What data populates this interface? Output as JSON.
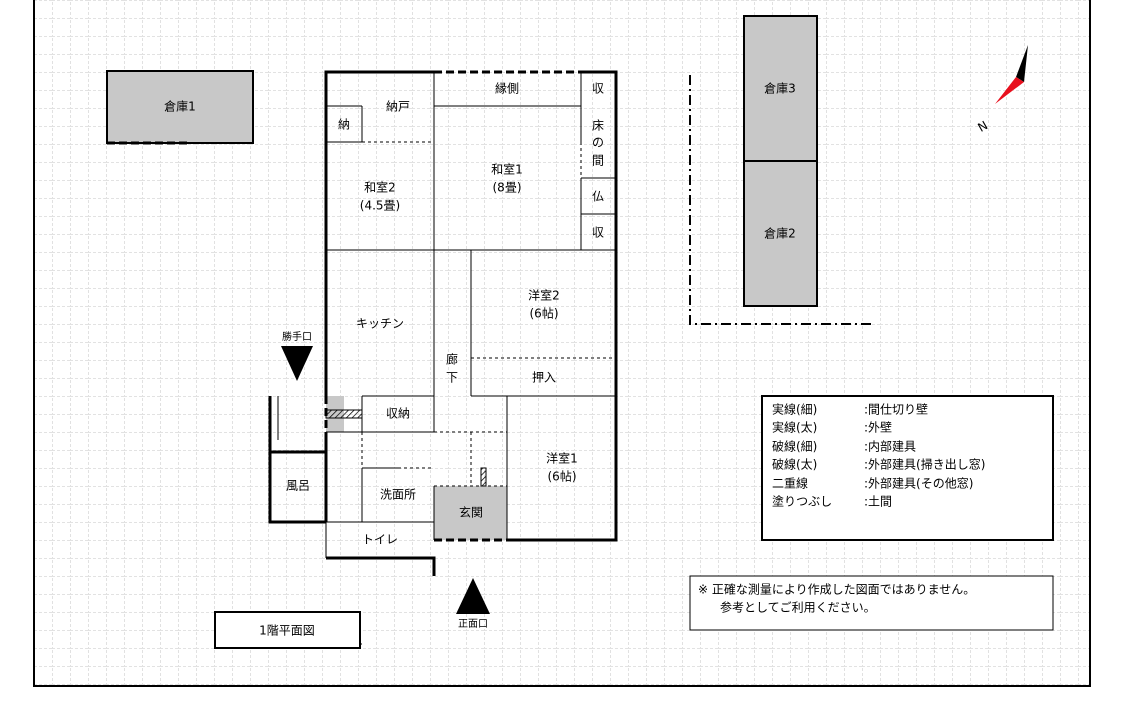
{
  "plan_title": "1階平面図",
  "north_label": "N",
  "storehouses": {
    "s1": "倉庫1",
    "s2": "倉庫2",
    "s3": "倉庫3"
  },
  "rooms": {
    "nando": "納戸",
    "osame_small": "納",
    "engawa": "縁側",
    "shu_top": "収",
    "tokonoma_1": "床",
    "tokonoma_2": "の",
    "tokonoma_3": "間",
    "butsudan": "仏",
    "shu_bottom": "収",
    "washitsu1_name": "和室1",
    "washitsu1_size": "(8畳)",
    "washitsu2_name": "和室2",
    "washitsu2_size": "(4.5畳)",
    "kitchen": "キッチン",
    "hallway_1": "廊",
    "hallway_2": "下",
    "youshitsu2_name": "洋室2",
    "youshitsu2_size": "(6帖)",
    "oshiire": "押入",
    "shuunou": "収納",
    "youshitsu1_name": "洋室1",
    "youshitsu1_size": "(6帖)",
    "furo": "風呂",
    "senmenjo": "洗面所",
    "genkan": "玄関",
    "toilet": "トイレ"
  },
  "entrances": {
    "side": "勝手口",
    "front": "正面口"
  },
  "legend": [
    {
      "key": "実線(細)",
      "value": ":間仕切り壁"
    },
    {
      "key": "実線(太)",
      "value": ":外壁"
    },
    {
      "key": "破線(細)",
      "value": ":内部建具"
    },
    {
      "key": "破線(太)",
      "value": ":外部建具(掃き出し窓)"
    },
    {
      "key": "二重線",
      "value": ":外部建具(その他窓)"
    },
    {
      "key": "塗りつぶし",
      "value": ":土間"
    }
  ],
  "note": {
    "line1": "※ 正確な測量により作成した図面ではありません。",
    "line2": "参考としてご利用ください。"
  },
  "colors": {
    "storehouse_fill": "#c8c8c8",
    "doma_fill": "#c8c8c8",
    "grid": "#b4b4b4",
    "compass_red": "#e8101e",
    "compass_black": "#000000"
  }
}
